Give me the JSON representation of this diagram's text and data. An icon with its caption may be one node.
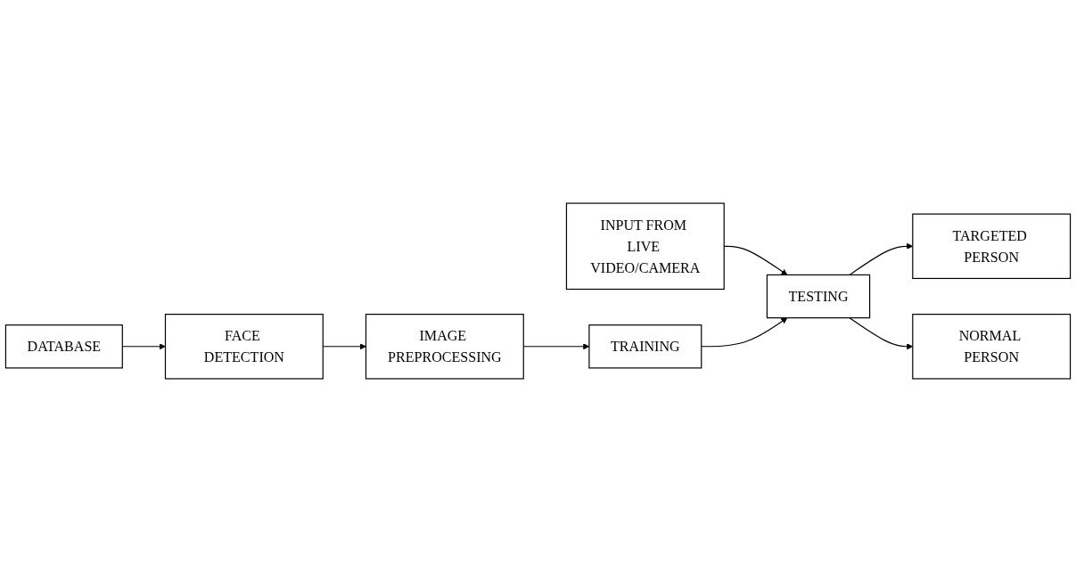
{
  "diagram": {
    "nodes": [
      {
        "text": [
          "DATABASE"
        ]
      },
      {
        "text": [
          "FACE DETECTION"
        ]
      },
      {
        "text": [
          "IMAGE PREPROCESSING"
        ]
      },
      {
        "text": [
          "TRAINING"
        ]
      },
      {
        "text": [
          "INPUT FROM LIVE VIDEO/CAMERA"
        ]
      },
      {
        "text": [
          "TESTING"
        ]
      },
      {
        "text": [
          "TARGETED PERSON"
        ]
      },
      {
        "text": [
          "NORMAL PERSON"
        ]
      }
    ],
    "edges": [
      {
        "from": 0,
        "to": 1,
        "arrow": "to"
      },
      {
        "from": 1,
        "to": 2,
        "arrow": "to"
      },
      {
        "from": 2,
        "to": 3,
        "arrow": "to"
      },
      {
        "from": 4,
        "to": 5,
        "arrow": "to"
      },
      {
        "from": 3,
        "to": 5,
        "arrow": "to"
      },
      {
        "from": 5,
        "to": 6,
        "arrow": "to"
      },
      {
        "from": 5,
        "to": 7,
        "arrow": "to"
      }
    ]
  }
}
